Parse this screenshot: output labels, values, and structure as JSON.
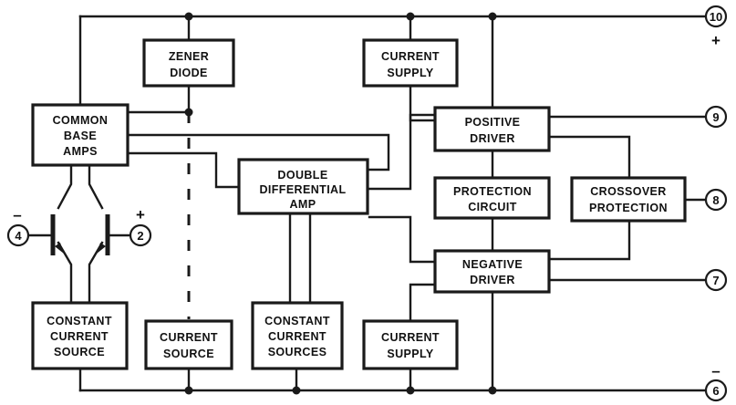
{
  "blocks": {
    "zener_diode": [
      "ZENER",
      "DIODE"
    ],
    "current_supply_top": [
      "CURRENT",
      "SUPPLY"
    ],
    "common_base_amps": [
      "COMMON",
      "BASE",
      "AMPS"
    ],
    "positive_driver": [
      "POSITIVE",
      "DRIVER"
    ],
    "double_differential_amp": [
      "DOUBLE",
      "DIFFERENTIAL",
      "AMP"
    ],
    "protection_circuit": [
      "PROTECTION",
      "CIRCUIT"
    ],
    "crossover_protection": [
      "CROSSOVER",
      "PROTECTION"
    ],
    "negative_driver": [
      "NEGATIVE",
      "DRIVER"
    ],
    "constant_current_source": [
      "CONSTANT",
      "CURRENT",
      "SOURCE"
    ],
    "current_source": [
      "CURRENT",
      "SOURCE"
    ],
    "constant_current_sources": [
      "CONSTANT",
      "CURRENT",
      "SOURCES"
    ],
    "current_supply_bottom": [
      "CURRENT",
      "SUPPLY"
    ]
  },
  "pins": {
    "pin10": "10",
    "pin9": "9",
    "pin8": "8",
    "pin7": "7",
    "pin6": "6",
    "pin4": "4",
    "pin2": "2"
  },
  "polarity": {
    "pin10": "+",
    "pin6": "–",
    "pin4": "–",
    "pin2": "+"
  }
}
